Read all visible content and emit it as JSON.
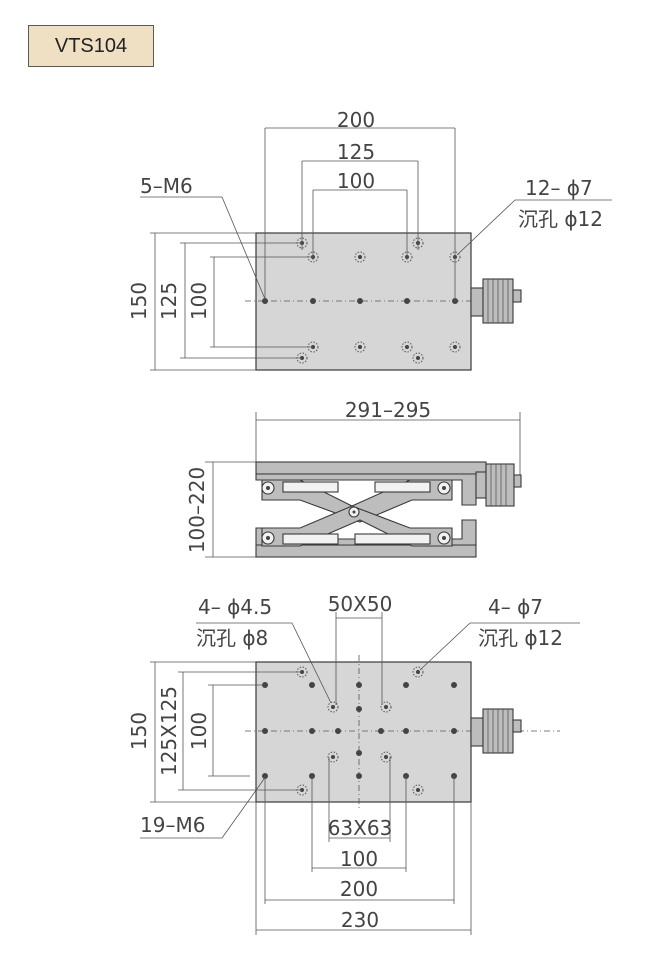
{
  "title": "VTS104",
  "top_view": {
    "dims": {
      "w200": "200",
      "w125": "125",
      "w100": "100",
      "h150": "150",
      "h125": "125",
      "h100": "100"
    },
    "callouts": {
      "tapped": "5–M6",
      "counterbore_count": "12– ϕ7",
      "counterbore_size": "沉孔 ϕ12"
    }
  },
  "side_view": {
    "dims": {
      "length": "291–295",
      "height": "100–220"
    }
  },
  "bottom_view": {
    "dims": {
      "pitch_50": "50X50",
      "h150": "150",
      "h125": "125X125",
      "h100": "100",
      "pitch_63": "63X63",
      "w100": "100",
      "w200": "200",
      "w230": "230"
    },
    "callouts": {
      "left_count": "4– ϕ4.5",
      "left_size": "沉孔 ϕ8",
      "right_count": "4– ϕ7",
      "right_size": "沉孔 ϕ12",
      "tapped": "19–M6"
    }
  }
}
